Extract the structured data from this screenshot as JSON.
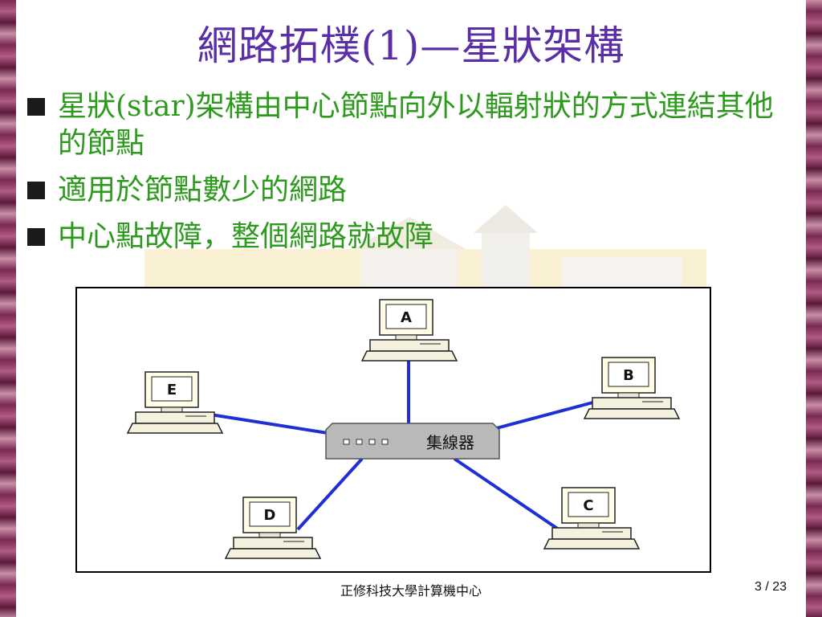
{
  "slide": {
    "title": "網路拓樸(1)—星狀架構",
    "bullets": [
      "星狀(star)架構由中心節點向外以輻射狀的方式連結其他的節點",
      "適用於節點數少的網路",
      "中心點故障，整個網路就故障"
    ]
  },
  "diagram": {
    "hub_label": "集線器",
    "nodes": [
      "A",
      "B",
      "C",
      "D",
      "E"
    ],
    "link_color": "#1f2fd6"
  },
  "footer": {
    "org": "正修科技大學計算機中心",
    "page": "3 / 23"
  },
  "colors": {
    "title": "#5a2ea6",
    "bullet_text": "#2d9a1e",
    "border": "#7a2a52"
  }
}
